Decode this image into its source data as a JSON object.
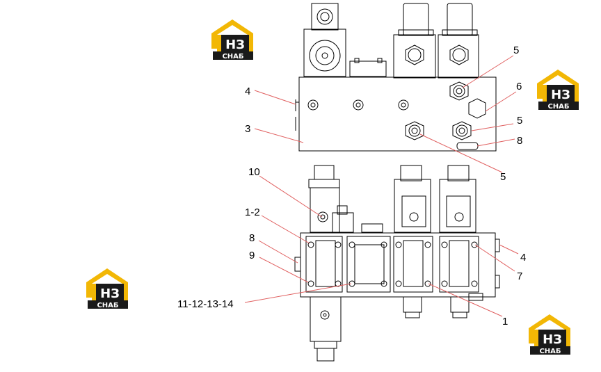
{
  "watermark": {
    "mark_letters": "НЗ",
    "brand": "СНАБ",
    "yellow": "#f2b705",
    "dark": "#1a1a1a"
  },
  "callouts": {
    "top_5a": "5",
    "top_4": "4",
    "top_6": "6",
    "top_3": "3",
    "top_5b": "5",
    "top_8": "8",
    "top_5c": "5",
    "bot_10": "10",
    "bot_1_2": "1-2",
    "bot_8": "8",
    "bot_9": "9",
    "bot_11_14": "11-12-13-14",
    "bot_4": "4",
    "bot_7": "7",
    "bot_1": "1"
  },
  "colors": {
    "leader": "#e06060",
    "line": "#000000"
  }
}
